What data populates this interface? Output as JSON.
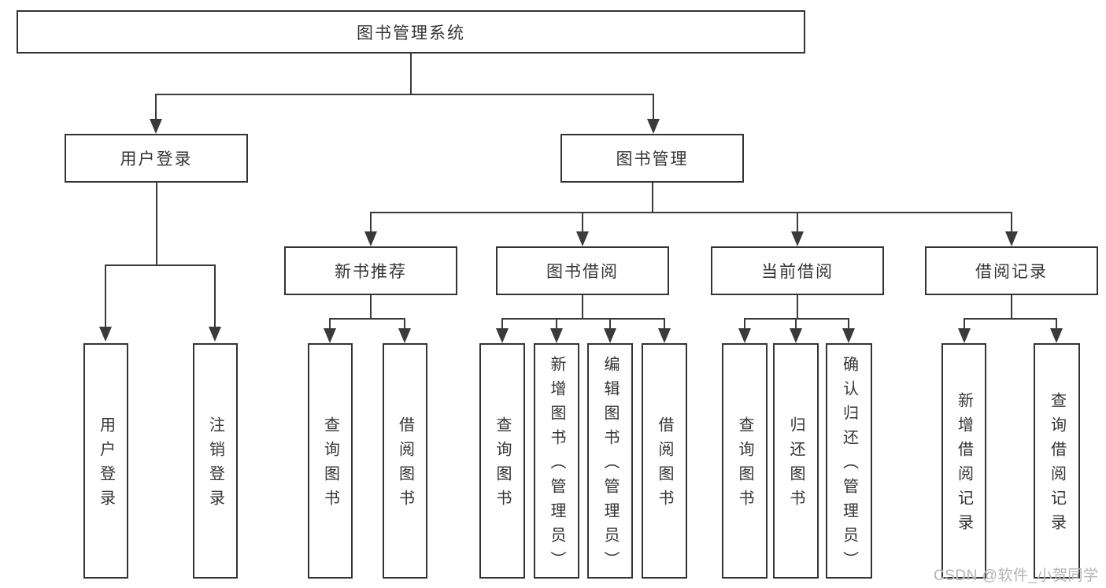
{
  "diagram": {
    "title": "图书管理系统",
    "watermark": "CSDN @软件_小贺同学",
    "colors": {
      "line": "#3a3a3a",
      "border": "#333333",
      "text": "#343434",
      "watermark": "#b5b4b4",
      "background": "#ffffff"
    },
    "nodes": {
      "root": {
        "label": "图书管理系统"
      },
      "userLogin": {
        "label": "用户登录"
      },
      "bookMgmt": {
        "label": "图书管理"
      },
      "newBookRec": {
        "label": "新书推荐"
      },
      "bookBorrow": {
        "label": "图书借阅"
      },
      "currentBorrow": {
        "label": "当前借阅"
      },
      "borrowRecord": {
        "label": "借阅记录"
      },
      "ulLogin": {
        "label": "用户登录"
      },
      "ulLogout": {
        "label": "注销登录"
      },
      "nbQuery": {
        "label": "查询图书"
      },
      "nbBorrow": {
        "label": "借阅图书"
      },
      "bbQuery": {
        "label": "查询图书"
      },
      "bbAdd": {
        "label": "新增图书（管理员）"
      },
      "bbEdit": {
        "label": "编辑图书（管理员）"
      },
      "bbBorrow": {
        "label": "借阅图书"
      },
      "cbQuery": {
        "label": "查询图书"
      },
      "cbReturn": {
        "label": "归还图书"
      },
      "cbConfirm": {
        "label": "确认归还（管理员）"
      },
      "brAdd": {
        "label": "新增借阅记录"
      },
      "brQuery": {
        "label": "查询借阅记录"
      }
    },
    "hierarchy": {
      "root": [
        "userLogin",
        "bookMgmt"
      ],
      "userLogin": [
        "ulLogin",
        "ulLogout"
      ],
      "bookMgmt": [
        "newBookRec",
        "bookBorrow",
        "currentBorrow",
        "borrowRecord"
      ],
      "newBookRec": [
        "nbQuery",
        "nbBorrow"
      ],
      "bookBorrow": [
        "bbQuery",
        "bbAdd",
        "bbEdit",
        "bbBorrow"
      ],
      "currentBorrow": [
        "cbQuery",
        "cbReturn",
        "cbConfirm"
      ],
      "borrowRecord": [
        "brAdd",
        "brQuery"
      ]
    }
  }
}
